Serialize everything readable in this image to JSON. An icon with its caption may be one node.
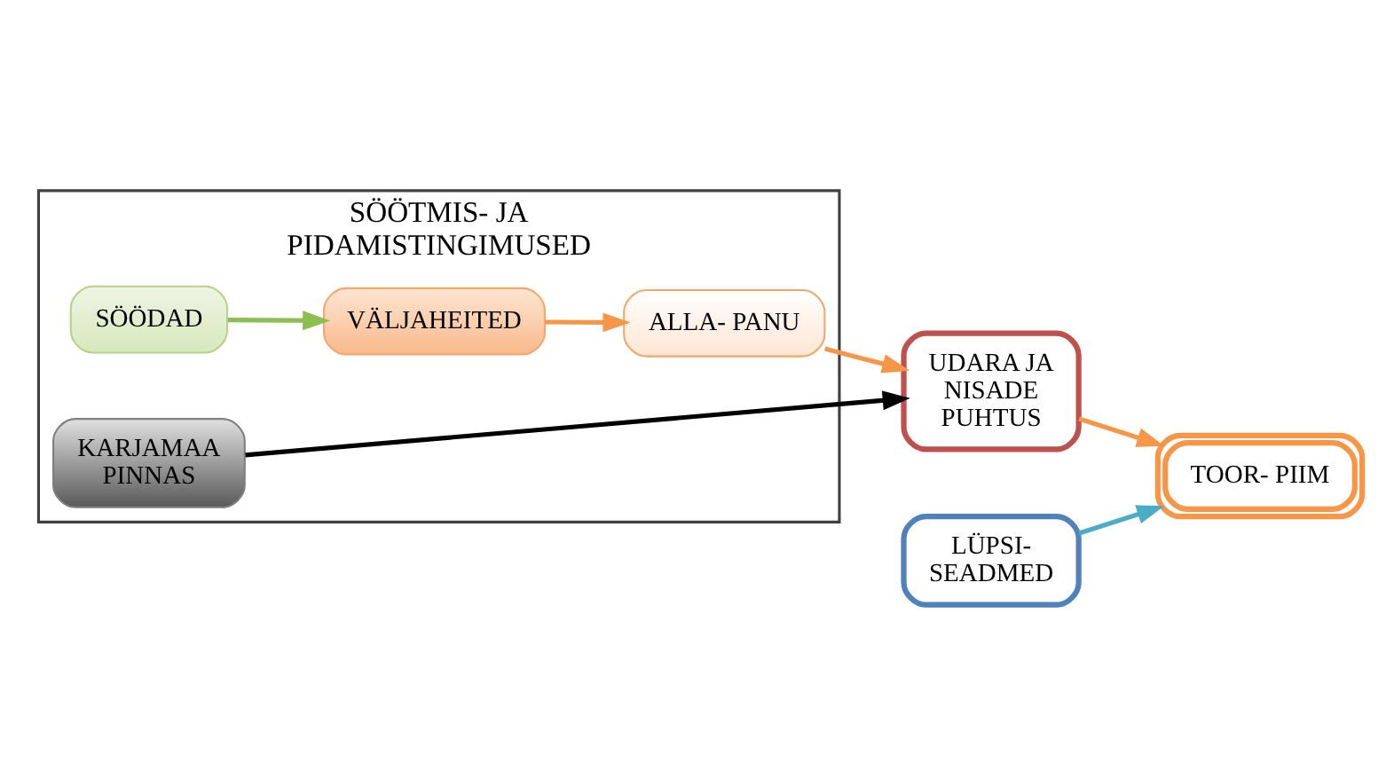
{
  "diagram": {
    "nodes": [
      {
        "text": [
          "SÖÖTMIS- JA PIDAMISTINGIMUSED"
        ]
      },
      {
        "text": [
          "SÖÖDAD"
        ],
        "in": 0
      },
      {
        "text": [
          "VÄLJAHEITED"
        ],
        "in": 0
      },
      {
        "text": [
          "ALLA- PANU"
        ],
        "in": 0
      },
      {
        "text": [
          "UDARA JA NISADE PUHTUS"
        ]
      },
      {
        "text": [
          "TOOR- PIIM"
        ]
      },
      {
        "text": [
          "KARJAMAA PINNAS"
        ],
        "in": 0
      },
      {
        "text": [
          "LÜPSI- SEADMED"
        ]
      }
    ],
    "edges": [
      {
        "from": 1,
        "to": 2,
        "arrow": "to",
        "color": "#8cbf4f"
      },
      {
        "from": 2,
        "to": 3,
        "arrow": "to"
      },
      {
        "from": 3,
        "to": 4,
        "arrow": "to"
      },
      {
        "from": 6,
        "to": 4,
        "arrow": "to",
        "color": "#000000"
      },
      {
        "from": 4,
        "to": 5,
        "arrow": "to"
      },
      {
        "from": 7,
        "to": 5,
        "arrow": "to",
        "color": "#4bacc6"
      }
    ]
  }
}
